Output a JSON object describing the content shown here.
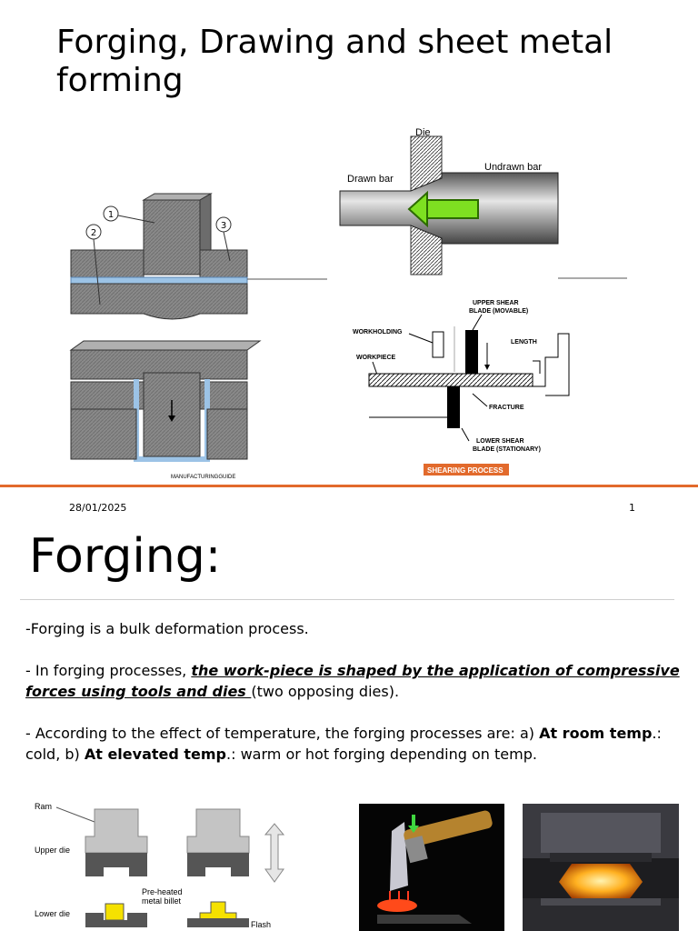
{
  "slide1": {
    "title": "Forging, Drawing and sheet metal forming",
    "forging_figure": {
      "callout_1": "1",
      "callout_2": "2",
      "callout_3": "3",
      "credit": "MANUFACTURINGGUIDE"
    },
    "drawing_figure": {
      "die_label": "Die",
      "drawn_label": "Drawn bar",
      "undrawn_label": "Undrawn bar"
    },
    "shearing_figure": {
      "upper_blade": "UPPER SHEAR",
      "upper_blade_2": "BLADE (MOVABLE)",
      "workholding": "WORKHOLDING",
      "workpiece": "WORKPIECE",
      "length": "LENGTH",
      "fracture": "FRACTURE",
      "lower_blade": "LOWER SHEAR",
      "lower_blade_2": "BLADE (STATIONARY)",
      "caption": "SHEARING PROCESS"
    },
    "colors": {
      "accent_orange": "#e26a2c",
      "arrow_green": "#7ee021",
      "part_blue": "#9cc3e6"
    }
  },
  "slide2": {
    "footer_date": "28/01/2025",
    "footer_page": "1",
    "title": "Forging:",
    "para1": "-Forging is a bulk deformation process.",
    "para2_pre": "- In forging processes, ",
    "para2_em": "the work-piece is shaped by the application of compressive forces using tools and dies ",
    "para2_post": "(two opposing dies).",
    "para3_pre": "- According to the effect of temperature, the forging processes are: a) ",
    "para3_b1": "At room temp",
    "para3_mid": ".: cold,     b) ",
    "para3_b2": "At elevated temp",
    "para3_post": ".: warm or hot forging depending on temp.",
    "diagram": {
      "ram": "Ram",
      "upper_die": "Upper die",
      "lower_die": "Lower die",
      "billet": "Pre-heated",
      "billet_2": "metal billet",
      "flash": "Flash"
    }
  }
}
